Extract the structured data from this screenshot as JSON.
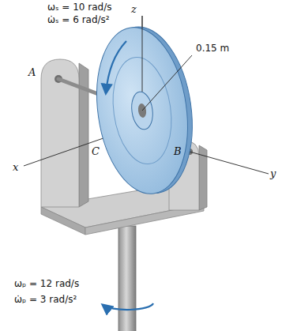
{
  "diagram": {
    "labels": [
      "ωₛ = 10 rad/s",
      "ω̇ₛ = 6 rad/s²",
      "z",
      "0.15 m",
      "A",
      "C",
      "x",
      "B",
      "y",
      "ωₚ = 12 rad/s",
      "ω̇ₚ = 3 rad/s²"
    ]
  }
}
